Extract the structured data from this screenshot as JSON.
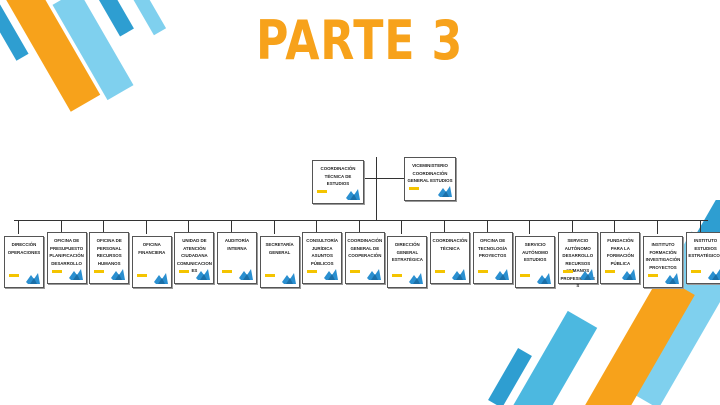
{
  "slide": {
    "title": "PARTE 3",
    "colors": {
      "orange": "#f7a21b",
      "light_blue": "#7fd0ee",
      "blue": "#2e9ed1",
      "mid_blue": "#4cb8e0"
    }
  },
  "org_chart": {
    "top_nodes": [
      {
        "label": "COORDINACIÓN TÉCNICA DE ESTUDIOS",
        "icon": "dove-logo-icon"
      },
      {
        "label": "VICEMINISTERIO COORDINACIÓN GENERAL ESTUDIOS",
        "icon": "dove-logo-icon"
      }
    ],
    "bottom_nodes": [
      {
        "label": "DIRECCIÓN OPERACIONES",
        "icon": "dove-logo-icon"
      },
      {
        "label": "OFICINA DE PRESUPUESTO PLANIFICACIÓN DESARROLLO",
        "icon": "dove-logo-icon"
      },
      {
        "label": "OFICINA DE PERSONAL RECURSOS HUMANOS",
        "icon": "dove-logo-icon"
      },
      {
        "label": "OFICINA FINANCIERA",
        "icon": "dove-logo-icon"
      },
      {
        "label": "UNIDAD DE ATENCIÓN CIUDADANA COMUNICACIONES",
        "icon": "dove-logo-icon"
      },
      {
        "label": "AUDITORÍA INTERNA",
        "icon": "dove-logo-icon"
      },
      {
        "label": "SECRETARÍA GENERAL",
        "icon": "dove-logo-icon"
      },
      {
        "label": "CONSULTORÍA JURÍDICA ASUNTOS PÚBLICOS",
        "icon": "dove-logo-icon"
      },
      {
        "label": "COORDINACIÓN GENERAL DE COOPERACIÓN",
        "icon": "dove-logo-icon"
      },
      {
        "label": "DIRECCIÓN GENERAL ESTRATÉGICA",
        "icon": "dove-logo-icon"
      },
      {
        "label": "COORDINACIÓN TÉCNICA",
        "icon": "dove-logo-icon"
      },
      {
        "label": "OFICINA DE TECNOLOGÍA PROYECTOS",
        "icon": "dove-logo-icon"
      },
      {
        "label": "SERVICIO AUTÓNOMO ESTUDIOS",
        "icon": "dove-logo-icon"
      },
      {
        "label": "SERVICIO AUTÓNOMO DESARROLLO RECURSOS HUMANOS PROFESIONALES",
        "icon": "dove-logo-icon"
      },
      {
        "label": "FUNDACIÓN PARA LA FORMACIÓN PÚBLICA",
        "icon": "dove-logo-icon"
      },
      {
        "label": "INSTITUTO FORMACIÓN INVESTIGACIÓN PROYECTOS",
        "icon": "dove-logo-icon"
      },
      {
        "label": "INSTITUTO ESTUDIOS ESTRATÉGICOS",
        "icon": "dove-logo-icon"
      }
    ]
  }
}
